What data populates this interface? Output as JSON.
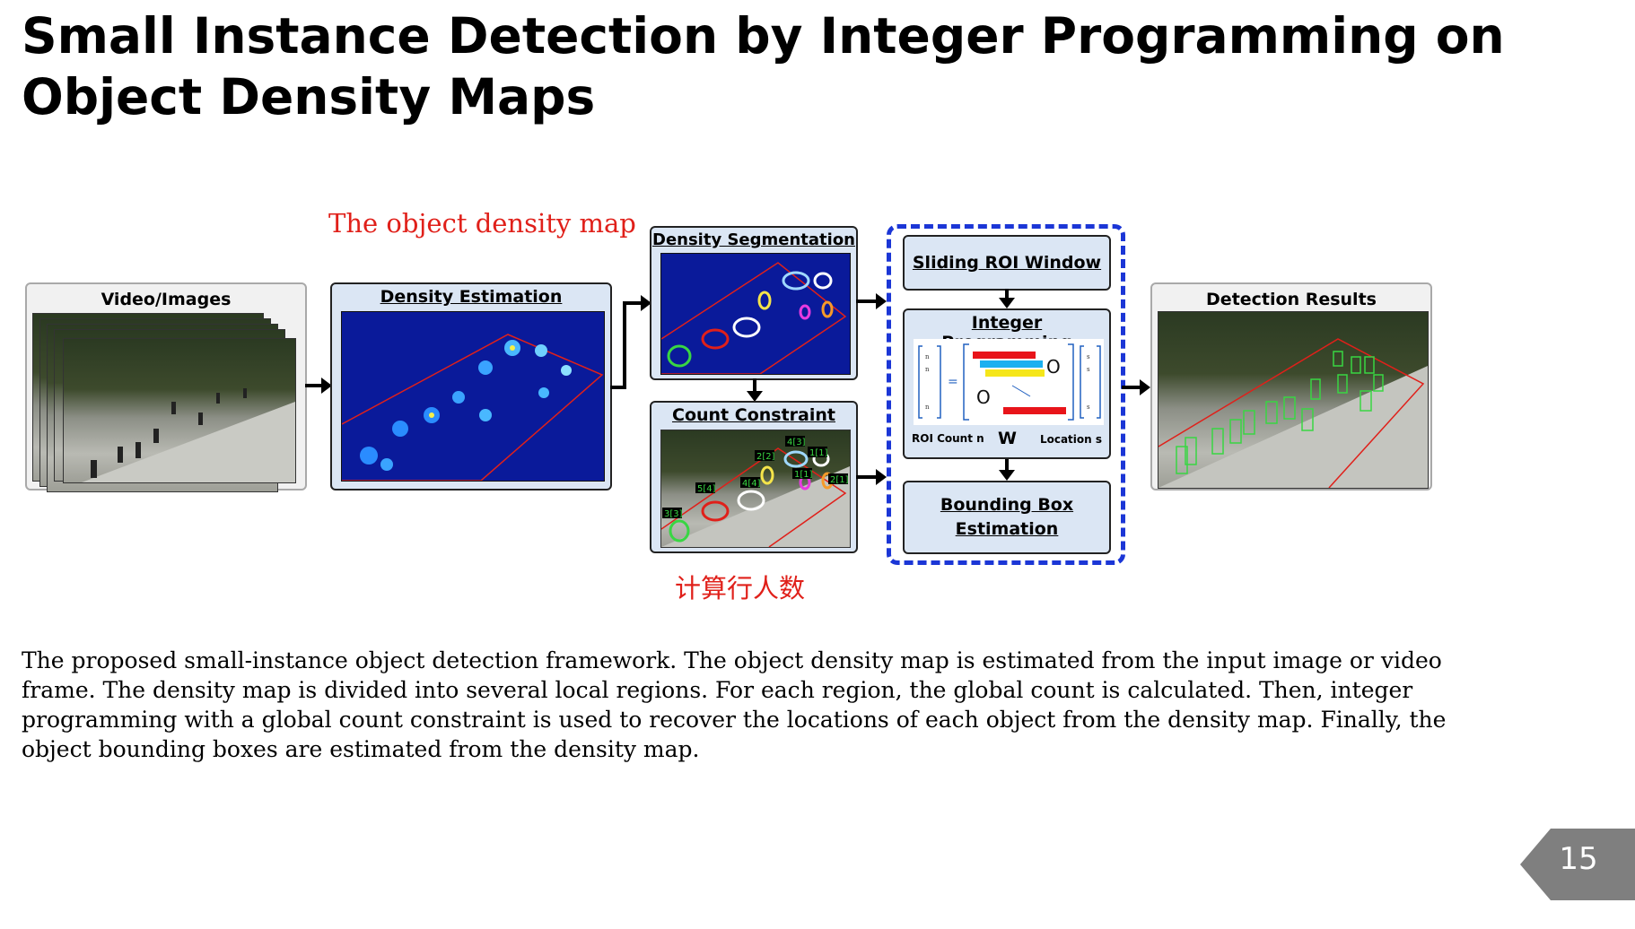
{
  "slide": {
    "title": "Small Instance Detection by Integer Programming on Object Density Maps",
    "page_number": "15"
  },
  "annotations": {
    "density_map_note": "The object density map",
    "count_note": "计算行人数"
  },
  "diagram": {
    "video_images": "Video/Images",
    "density_estimation": "Density Estimation",
    "density_segmentation": "Density Segmentation",
    "count_constraint": "Count Constraint",
    "sliding_roi": "Sliding ROI Window",
    "integer_programming": "Integer Programming",
    "roi_count": "ROI Count n",
    "w_label": "W",
    "location": "Location s",
    "bounding_box": "Bounding Box Estimation",
    "detection_results": "Detection Results",
    "count_tags": [
      "3[3]",
      "5[4]",
      "4[4]",
      "2[2]",
      "4[3]",
      "1[1]",
      "1[1]",
      "2[1]"
    ]
  },
  "caption": "The proposed small-instance object detection framework. The object density map is estimated from the input image or video frame. The density map is divided into several local regions. For each region, the global count is calculated. Then, integer programming with a global count constraint is used to recover the locations of each object from the density map. Finally, the object bounding boxes are estimated from the density map.",
  "colors": {
    "accent_red": "#e0201a",
    "dashed_blue": "#1b36d6",
    "box_blue": "#dbe6f4",
    "heatmap_blue": "#0a1a9a"
  }
}
